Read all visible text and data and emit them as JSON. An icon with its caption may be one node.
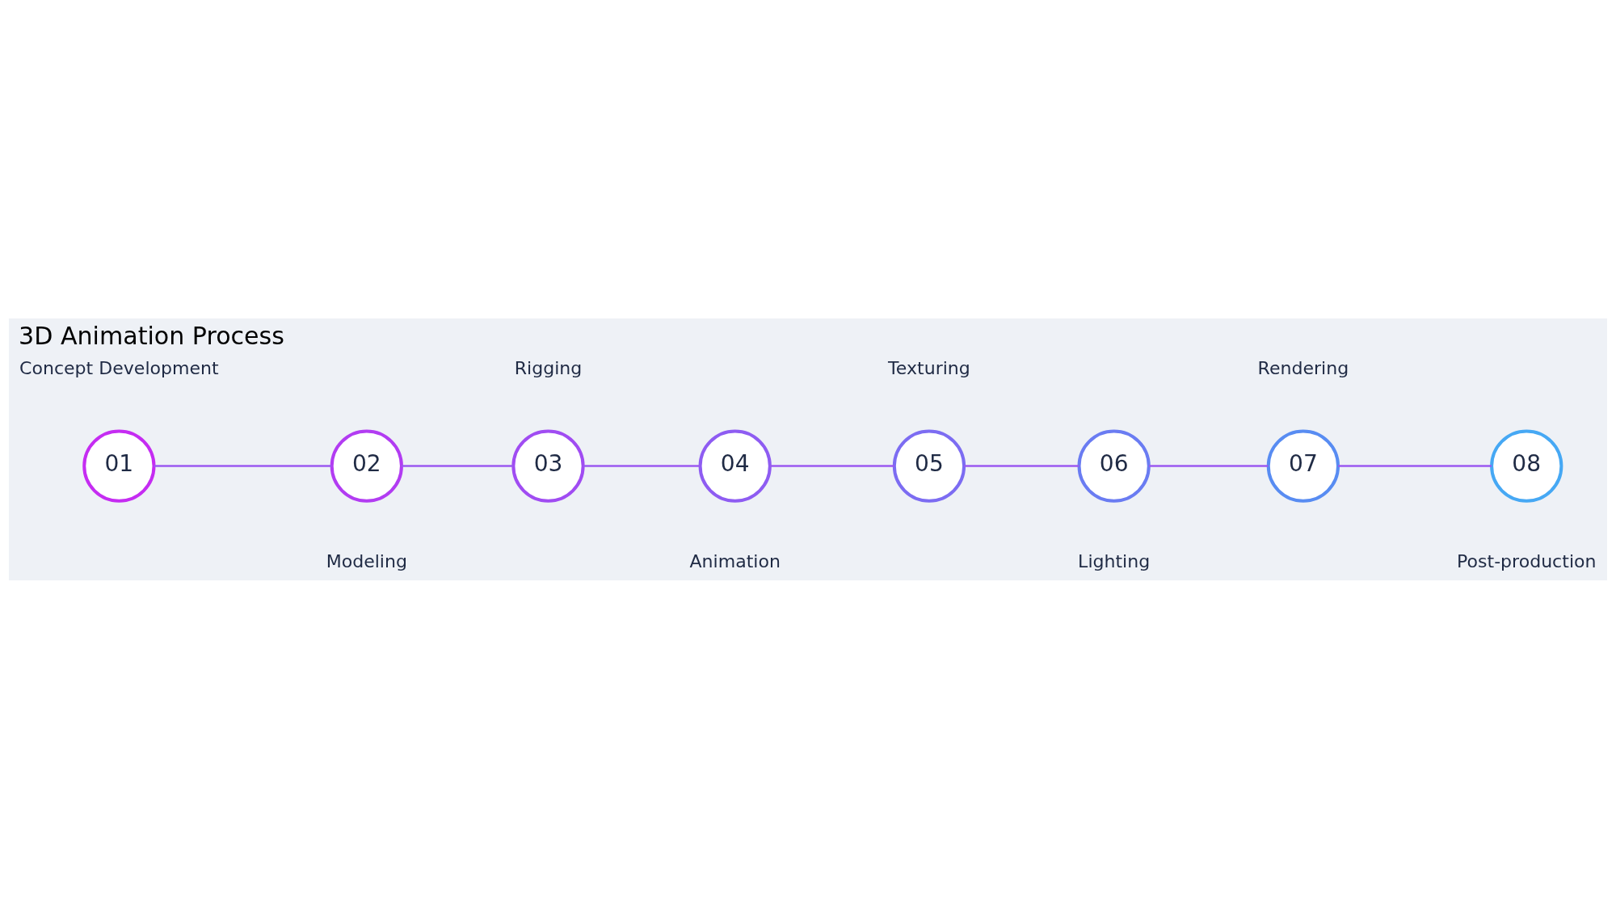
{
  "diagram": {
    "title": "3D Animation Process",
    "nodes": [
      {
        "text": [
          "01"
        ],
        "beside": [
          "Concept Development"
        ]
      },
      {
        "text": [
          "02"
        ],
        "beside": [
          "Modeling"
        ]
      },
      {
        "text": [
          "03"
        ],
        "beside": [
          "Rigging"
        ]
      },
      {
        "text": [
          "04"
        ],
        "beside": [
          "Animation"
        ]
      },
      {
        "text": [
          "05"
        ],
        "beside": [
          "Texturing"
        ]
      },
      {
        "text": [
          "06"
        ],
        "beside": [
          "Lighting"
        ]
      },
      {
        "text": [
          "07"
        ],
        "beside": [
          "Rendering"
        ]
      },
      {
        "text": [
          "08"
        ],
        "beside": [
          "Post-production"
        ]
      }
    ],
    "edges": [
      {
        "from": 0,
        "to": 1,
        "arrow": "none"
      },
      {
        "from": 1,
        "to": 2,
        "arrow": "none"
      },
      {
        "from": 2,
        "to": 3,
        "arrow": "none"
      },
      {
        "from": 3,
        "to": 4,
        "arrow": "none"
      },
      {
        "from": 4,
        "to": 5,
        "arrow": "none"
      },
      {
        "from": 5,
        "to": 6,
        "arrow": "none"
      },
      {
        "from": 6,
        "to": 7,
        "arrow": "none"
      }
    ]
  }
}
